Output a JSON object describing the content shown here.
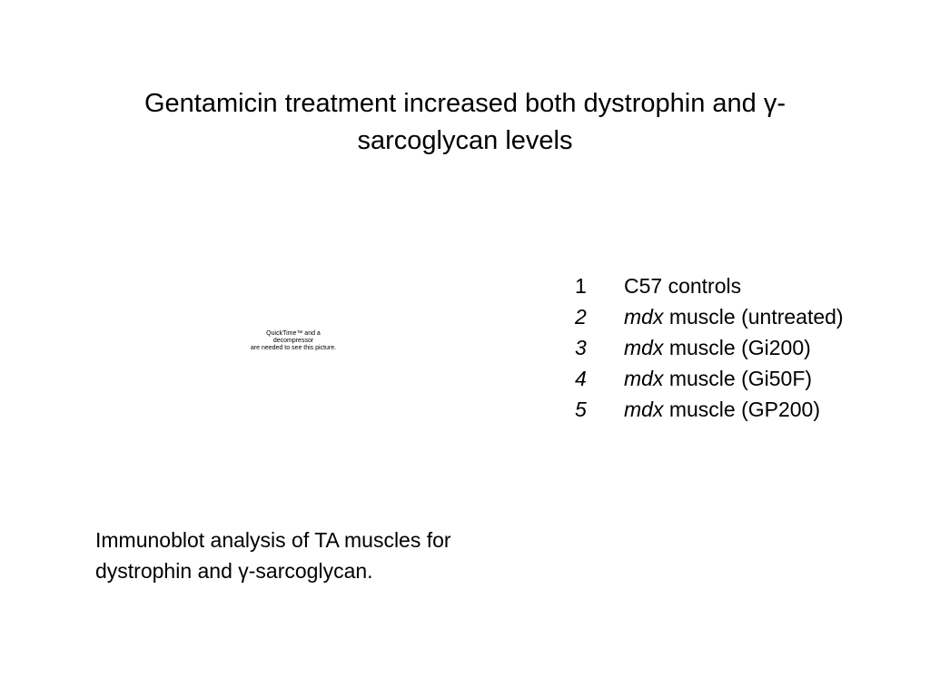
{
  "slide": {
    "title": {
      "line1": "Gentamicin treatment increased both dystrophin and γ-",
      "line2": "sarcoglycan levels"
    },
    "image_placeholder": {
      "line1": "QuickTime™ and a",
      "line2": "decompressor",
      "line3": "are needed to see this picture."
    },
    "legend": [
      {
        "number": "1",
        "number_italic": false,
        "strain": "",
        "label": "C57 controls"
      },
      {
        "number": "2",
        "number_italic": true,
        "strain": "mdx",
        "label": " muscle (untreated)"
      },
      {
        "number": "3",
        "number_italic": true,
        "strain": "mdx",
        "label": " muscle (Gi200)"
      },
      {
        "number": "4",
        "number_italic": true,
        "strain": "mdx",
        "label": " muscle (Gi50F)"
      },
      {
        "number": "5",
        "number_italic": true,
        "strain": "mdx",
        "label": " muscle (GP200)"
      }
    ],
    "caption": {
      "line1": "Immunoblot analysis of TA muscles for",
      "line2": "dystrophin and γ-sarcoglycan."
    }
  }
}
